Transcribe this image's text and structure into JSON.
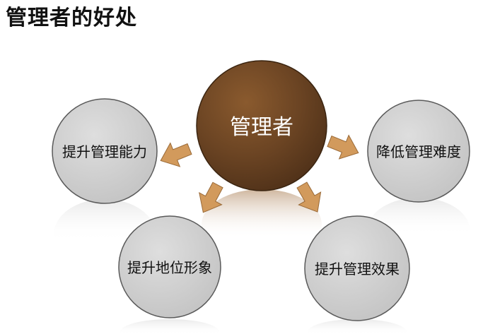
{
  "title": "管理者的好处",
  "center": {
    "label": "管理者",
    "color": "#6b4423"
  },
  "benefits": [
    "提升管理能力",
    "降低管理难度",
    "提升地位形象",
    "提升管理效果"
  ],
  "colors": {
    "benefit_circle": "#d3d3d3",
    "arrow": "#d29a5c",
    "center_text": "#ffffff",
    "benefit_text": "#111111"
  }
}
